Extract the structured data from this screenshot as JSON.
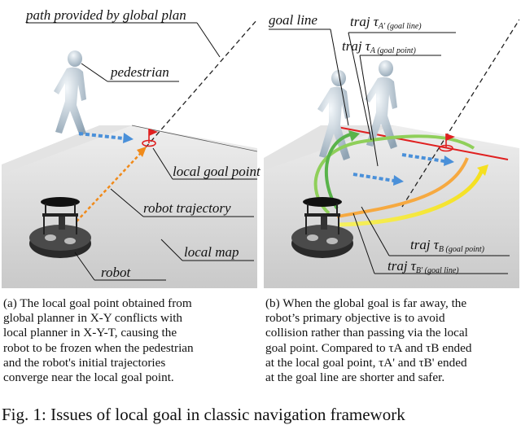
{
  "panel_a": {
    "labels": {
      "path": "path provided by global plan",
      "pedestrian": "pedestrian",
      "local_goal": "local goal point",
      "trajectory": "robot trajectory",
      "local_map": "local map",
      "robot": "robot"
    },
    "caption_lines": [
      "(a) The local goal point obtained from",
      "global planner in X-Y conflicts with",
      "local planner in X-Y-T, causing the",
      "robot to be frozen when the pedestrian",
      "and the robot's initial trajectories",
      "converge near the local goal point."
    ]
  },
  "panel_b": {
    "labels": {
      "goal_line": "goal line",
      "traj_a_prime": "traj τ",
      "traj_a_prime_sub": "A' (goal line)",
      "traj_a": "traj τ",
      "traj_a_sub": "A (goal point)",
      "traj_b": "traj τ",
      "traj_b_sub": "B (goal point)",
      "traj_b_prime": "traj τ",
      "traj_b_prime_sub": "B' (goal line)"
    },
    "caption_lines": [
      "(b) When the global goal is far away, the",
      "robot’s primary objective is to avoid",
      "collision rather than passing via the local",
      "goal point. Compared to τA and τB ended",
      "at the local goal point, τA' and τB' ended",
      "at the goal line are shorter and safer."
    ]
  },
  "figure_caption": "Fig. 1: Issues of local goal in classic navigation framework",
  "colors": {
    "goal_red": "#e02020",
    "path_blue": "#4a90d9",
    "traj_orange": "#f08a1a",
    "traj_green": "#59b34a",
    "traj_yellow": "#f5e020",
    "floor_gray": "#d9d9d9"
  }
}
